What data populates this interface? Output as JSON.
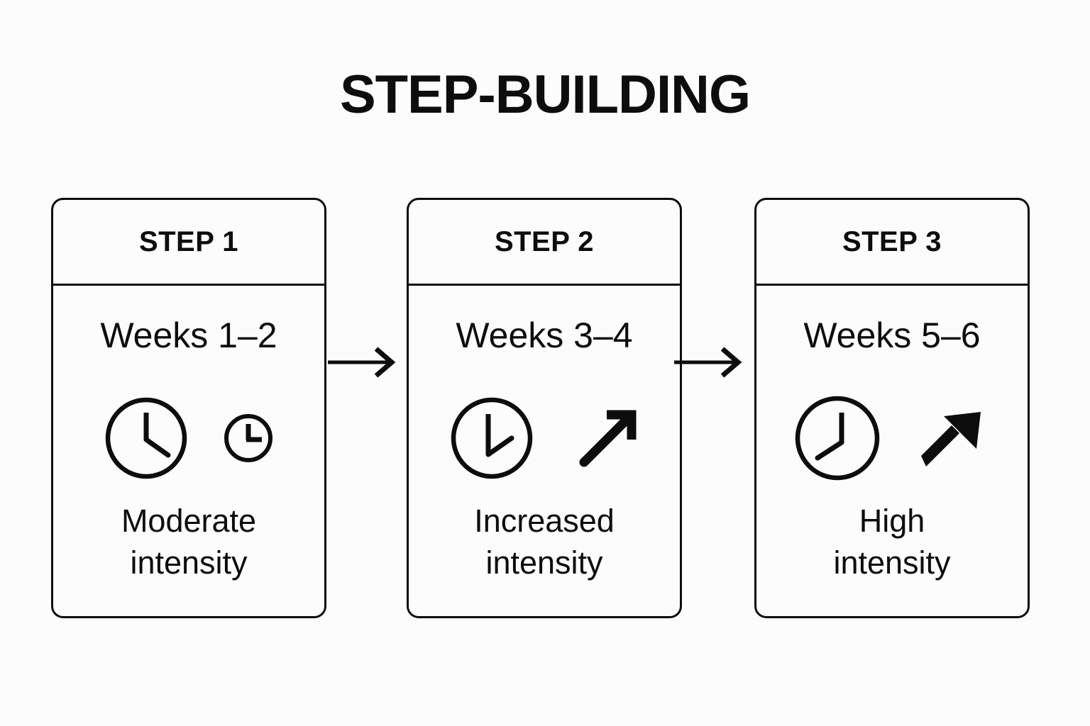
{
  "title": "STEP-BUILDING",
  "background_color": "#fcfcfc",
  "stroke_color": "#0d0d0d",
  "diagram": {
    "type": "process-flow",
    "orientation": "horizontal",
    "step_count": 3,
    "connector_count": 2
  },
  "steps": [
    {
      "header": "STEP 1",
      "weeks": "Weeks 1–2",
      "caption_line1": "Moderate",
      "caption_line2": "intensity",
      "icons": [
        "clock-icon-large",
        "clock-icon-small"
      ],
      "clock_large_hands": "12 and 4",
      "clock_small_hands": "12 and 3",
      "has_trend_arrow": false
    },
    {
      "header": "STEP 2",
      "weeks": "Weeks 3–4",
      "caption_line1": "Increased",
      "caption_line2": "intensity",
      "icons": [
        "clock-icon-medium",
        "trend-arrow-icon-thin"
      ],
      "clock_hands": "6 and 2",
      "has_trend_arrow": true,
      "arrow_style": "outline-stroked",
      "arrow_direction": "up-right"
    },
    {
      "header": "STEP 3",
      "weeks": "Weeks 5–6",
      "caption_line1": "High",
      "caption_line2": "intensity",
      "icons": [
        "clock-icon-medium",
        "trend-arrow-icon-bold"
      ],
      "clock_hands": "12 and 8",
      "has_trend_arrow": true,
      "arrow_style": "solid-filled",
      "arrow_direction": "up-right"
    }
  ],
  "connectors": [
    {
      "name": "arrow-step1-to-step2",
      "direction": "right"
    },
    {
      "name": "arrow-step2-to-step3",
      "direction": "right"
    }
  ]
}
